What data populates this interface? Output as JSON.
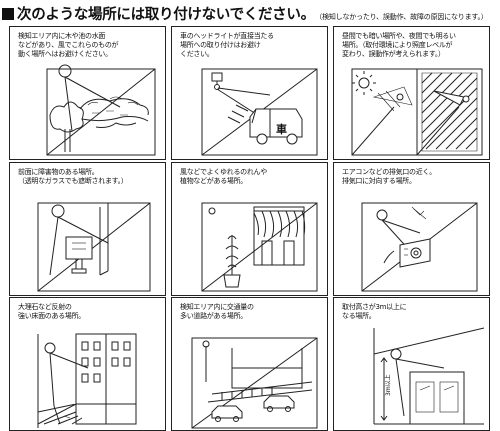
{
  "header": {
    "title": "次のような場所には取り付けないでください。",
    "note": "（検知しなかったり、誤動作、故障の原因になります。）"
  },
  "cells": [
    {
      "caption": "検知エリア内に木や池の水面\nなどがあり、風でこれらのものが\n動く場所へはお避けください。"
    },
    {
      "caption": "車のヘッドライトが直接当たる\n場所への取り付けはお避け\nください。",
      "car_label": "車"
    },
    {
      "caption": "昼間でも暗い場所や、夜間でも明るい\n場所。（取付環境により照度レベルが\n変わり、誤動作が考えられます。）"
    },
    {
      "caption": "前面に障害物のある場所。\n（透明なガラスでも遮断されます。）"
    },
    {
      "caption": "風などでよくゆれるのれんや\n植物などがある場所。"
    },
    {
      "caption": "エアコンなどの排気口の近く。\n排気口に対向する場所。"
    },
    {
      "caption": "大理石など反射の\n強い床面のある場所。"
    },
    {
      "caption": "検知エリア内に交通量の\n多い道路がある場所。"
    },
    {
      "caption": "取付高さが3m以上に\nなる場所。",
      "height_label": "3m以上"
    }
  ]
}
